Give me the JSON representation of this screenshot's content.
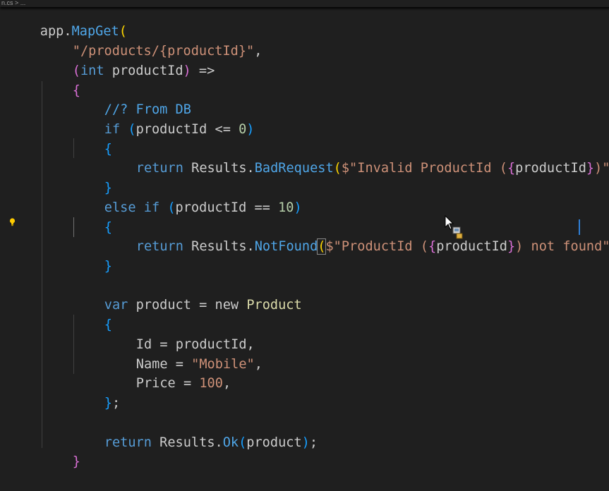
{
  "breadcrumb": "n.cs > ...",
  "lines": {
    "l1_obj": "app.",
    "l1_fn": "MapGet",
    "l1_paren": "(",
    "l2_str": "\"/products/{productId}\"",
    "l2_comma": ",",
    "l3_open": "(",
    "l3_kw": "int",
    "l3_param": " productId",
    "l3_close": ")",
    "l3_arrow": " =>",
    "l4_brace": "{",
    "l5_comment": "//? From DB",
    "l6_kw": "if",
    "l6_open": " (",
    "l6_var": "productId",
    "l6_op": " <= ",
    "l6_num": "0",
    "l6_close": ")",
    "l7_brace": "{",
    "l8_kw": "return",
    "l8_obj": " Results.",
    "l8_fn": "BadRequest",
    "l8_open": "(",
    "l8_str1": "$\"Invalid ProductId (",
    "l8_interp_open": "{",
    "l8_interp_var": "productId",
    "l8_interp_close": "}",
    "l8_str2": ")\"",
    "l8_close": ")",
    "l8_semi": ";",
    "l9_brace": "}",
    "l10_kw": "else if",
    "l10_open": " (",
    "l10_var": "productId",
    "l10_op": " == ",
    "l10_num": "10",
    "l10_close": ")",
    "l11_brace": "{",
    "l12_kw": "return",
    "l12_obj": " Results.",
    "l12_fn": "NotFound",
    "l12_open": "(",
    "l12_str1": "$\"ProductId (",
    "l12_interp_open": "{",
    "l12_interp_var": "productId",
    "l12_interp_close": "}",
    "l12_str2": ") not found",
    "l12_str3": "\"",
    "l12_close": ")",
    "l12_semi": ";",
    "l13_brace": "}",
    "l15_kw": "var",
    "l15_var": " product",
    "l15_op": " = ",
    "l15_new": "new",
    "l15_type": " Product",
    "l16_brace": "{",
    "l17_prop": "Id",
    "l17_op": " = ",
    "l17_val": "productId",
    "l17_comma": ",",
    "l18_prop": "Name",
    "l18_op": " = ",
    "l18_val": "\"Mobile\"",
    "l18_comma": ",",
    "l19_prop": "Price",
    "l19_op": " = ",
    "l19_val": "100",
    "l19_comma": ",",
    "l20_brace": "}",
    "l20_semi": ";",
    "l22_kw": "return",
    "l22_obj": " Results.",
    "l22_fn": "Ok",
    "l22_open": "(",
    "l22_var": "product",
    "l22_close": ")",
    "l22_semi": ";",
    "l23_brace": "}"
  },
  "icons": {
    "lightbulb": "lightbulb-icon",
    "pointer": "mouse-pointer-icon"
  },
  "colors": {
    "background": "#1f1f1f",
    "keyword": "#569cd6",
    "control": "#c586c0",
    "string": "#ce9178",
    "number": "#b5cea8",
    "method": "#dcdcaa",
    "type": "#4ec9b0"
  }
}
